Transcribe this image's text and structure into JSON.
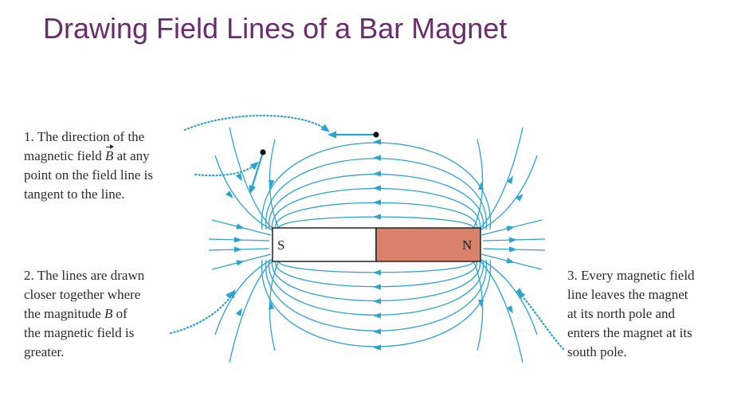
{
  "title": "Drawing Field Lines of a Bar Magnet",
  "magnet": {
    "south_label": "S",
    "north_label": "N",
    "colors": {
      "north": "#d9826b",
      "south": "#ffffff",
      "outline": "#222222",
      "field_line": "#2aa3d3",
      "callout": "#2aa3d3"
    }
  },
  "captions": {
    "c1": {
      "line1": "1. The direction of the",
      "line2_a": "magnetic field ",
      "line2_b": "B",
      "line2_c": " at any",
      "line3": "point on the field line is",
      "line4": "tangent to the line."
    },
    "c2": {
      "line1": "2. The lines are drawn",
      "line2": "closer together where",
      "line3_a": "the magnitude ",
      "line3_b": "B",
      "line3_c": " of",
      "line4": "the magnetic field is",
      "line5": "greater."
    },
    "c3": {
      "line1": "3. Every magnetic field",
      "line2": "line leaves the magnet",
      "line3": "at its north pole and",
      "line4": "enters the magnet at its",
      "line5": "south pole."
    }
  }
}
